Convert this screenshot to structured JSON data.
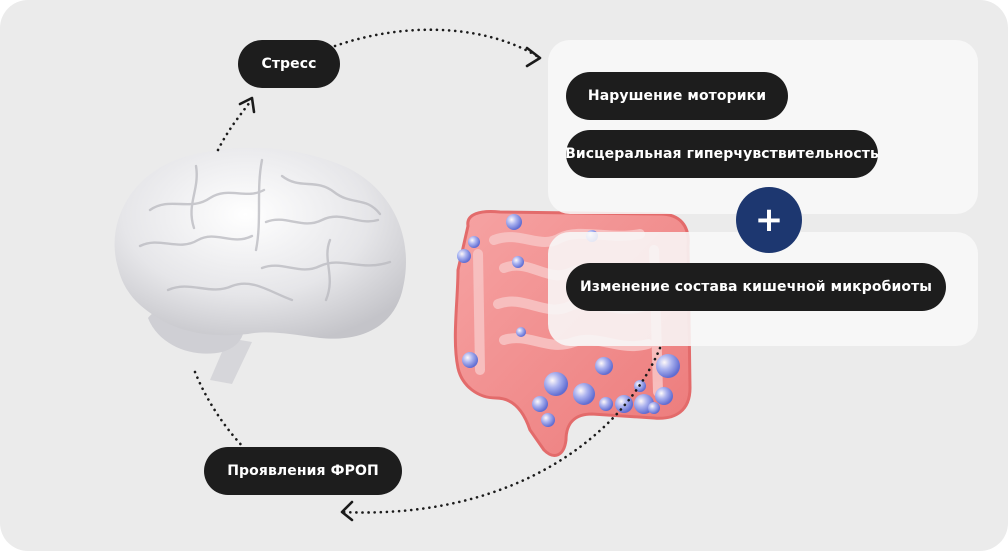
{
  "nodes": {
    "stress": "Стресс",
    "manifestations": "Проявления ФРОП",
    "motility": "Нарушение моторики",
    "visceral": "Висцеральная гиперчувствительность",
    "microbiota": "Изменение состава кишечной микробиоты"
  },
  "plus_symbol": "+",
  "colors": {
    "background": "#ebebeb",
    "pill": "#1d1d1d",
    "plus_circle": "#1d3770",
    "intestine": "#f08a8a",
    "bubbles": "#7f8fe8"
  }
}
